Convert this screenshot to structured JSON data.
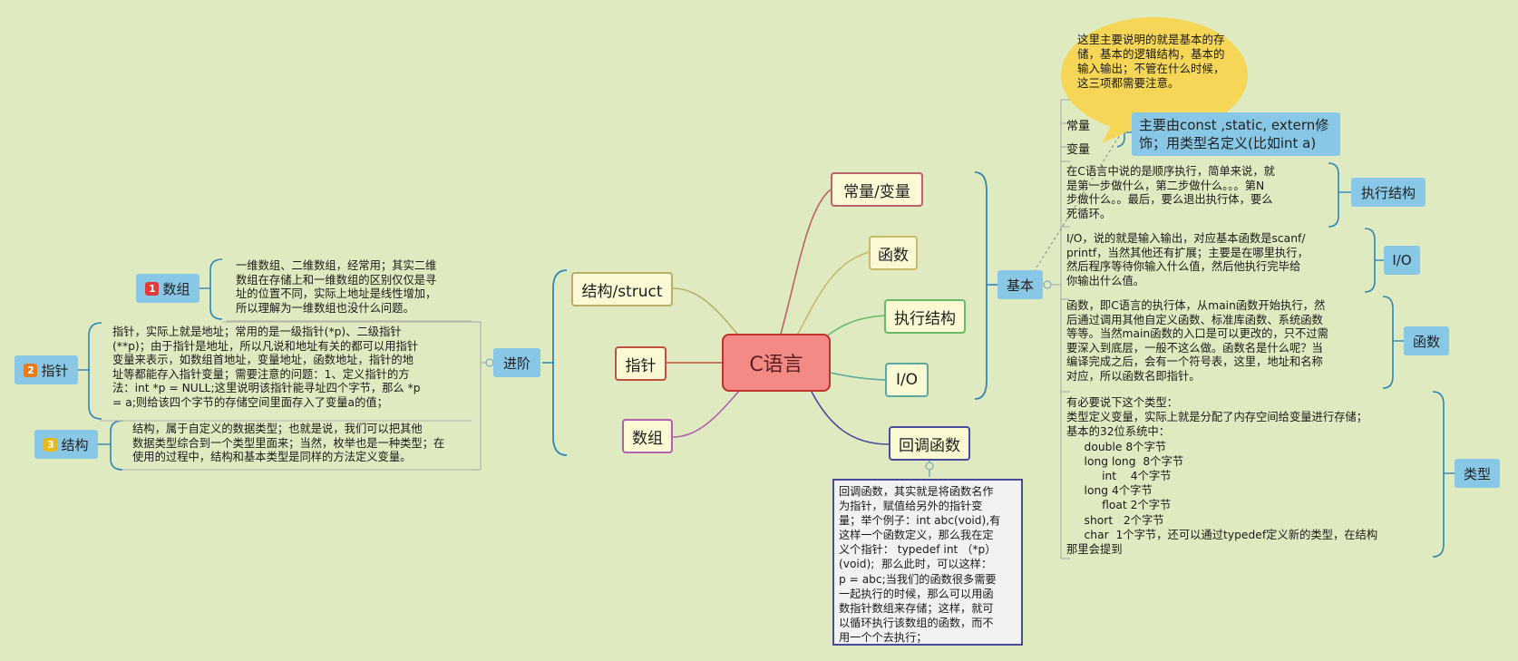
{
  "central": "C语言",
  "right_topics": {
    "constvar": "常量/变量",
    "func": "函数",
    "exec": "执行结构",
    "io": "I/O",
    "callback": "回调函数"
  },
  "left_topics": {
    "struct": "结构/struct",
    "pointer": "指针",
    "array": "数组"
  },
  "basic": {
    "label": "基本",
    "callout": "这里主要说明的就是基本的存\n储，基本的逻辑结构，基本的\n输入输出；不管在什么时候，\n这三项都需要注意。",
    "const_label": "常量",
    "var_label": "变量",
    "constvar_note": "主要由const ,static, extern修\n饰；用类型名定义(比如int a)",
    "exec_text": "在C语言中说的是顺序执行，简单来说，就\n是第一步做什么，第二步做什么。。。第N\n步做什么。。最后，要么退出执行体，要么\n死循环。",
    "exec_label": "执行结构",
    "io_text": "I/O，说的就是输入输出，对应基本函数是scanf/\nprintf，当然其他还有扩展；主要是在哪里执行，\n然后程序等待你输入什么值，然后他执行完毕给\n你输出什么值。",
    "io_label": "I/O",
    "func_text": "函数，即C语言的执行体，从main函数开始执行，然\n后通过调用其他自定义函数、标准库函数、系统函数\n等等。当然main函数的入口是可以更改的，只不过需\n要深入到底层，一般不这么做。函数名是什么呢？当\n编译完成之后，会有一个符号表，这里，地址和名称\n对应，所以函数名即指针。",
    "func_label": "函数",
    "type_text": "有必要说下这个类型：\n类型定义变量，实际上就是分配了内存空间给变量进行存储；\n基本的32位系统中：\n     double 8个字节\n     long long  8个字节\n          int    4个字节\n     long 4个字节\n          float 2个字节\n     short   2个字节\n     char  1个字节，还可以通过typedef定义新的类型，在结构\n那里会提到",
    "type_label": "类型"
  },
  "callback_text": "回调函数，其实就是将函数名作\n为指针，赋值给另外的指针变\n量；举个例子：int abc(void),有\n这样一个函数定义，那么我在定\n义个指针： typedef int （*p）\n(void);  那么此时，可以这样：\np = abc;当我们的函数很多需要\n一起执行的时候，那么可以用函\n数指针数组来存储；这样，就可\n以循环执行该数组的函数，而不\n用一个个去执行；",
  "advanced": {
    "label": "进阶",
    "items": [
      {
        "num": "1",
        "label": "数组",
        "color": "#e03b3b",
        "text": "一维数组、二维数组，经常用；其实二维\n数组在存储上和一维数组的区别仅仅是寻\n址的位置不同，实际上地址是线性增加，\n所以理解为一维数组也没什么问题。"
      },
      {
        "num": "2",
        "label": "指针",
        "color": "#e87b1c",
        "text": "指针，实际上就是地址；常用的是一级指针(*p)、二级指针\n(**p)；由于指针是地址，所以凡说和地址有关的都可以用指针\n变量来表示，如数组首地址，变量地址，函数地址，指针的地\n址等都能存入指针变量；需要注意的问题：1、定义指针的方\n法：int *p = NULL;这里说明该指针能寻址四个字节，那么 *p\n= a;则给该四个字节的存储空间里面存入了变量a的值；"
      },
      {
        "num": "3",
        "label": "结构",
        "color": "#e8b81c",
        "text": "结构，属于自定义的数据类型；也就是说，我们可以把其他\n数据类型综合到一个类型里面来；当然，枚举也是一种类型；在\n使用的过程中，结构和基本类型是同样的方法定义变量。"
      }
    ]
  },
  "colors": {
    "background": "#dfeac0",
    "central_fill": "#f48a86",
    "central_border": "#c0302c",
    "blue_node": "#88c7e5",
    "bracket": "#2f86b8"
  }
}
